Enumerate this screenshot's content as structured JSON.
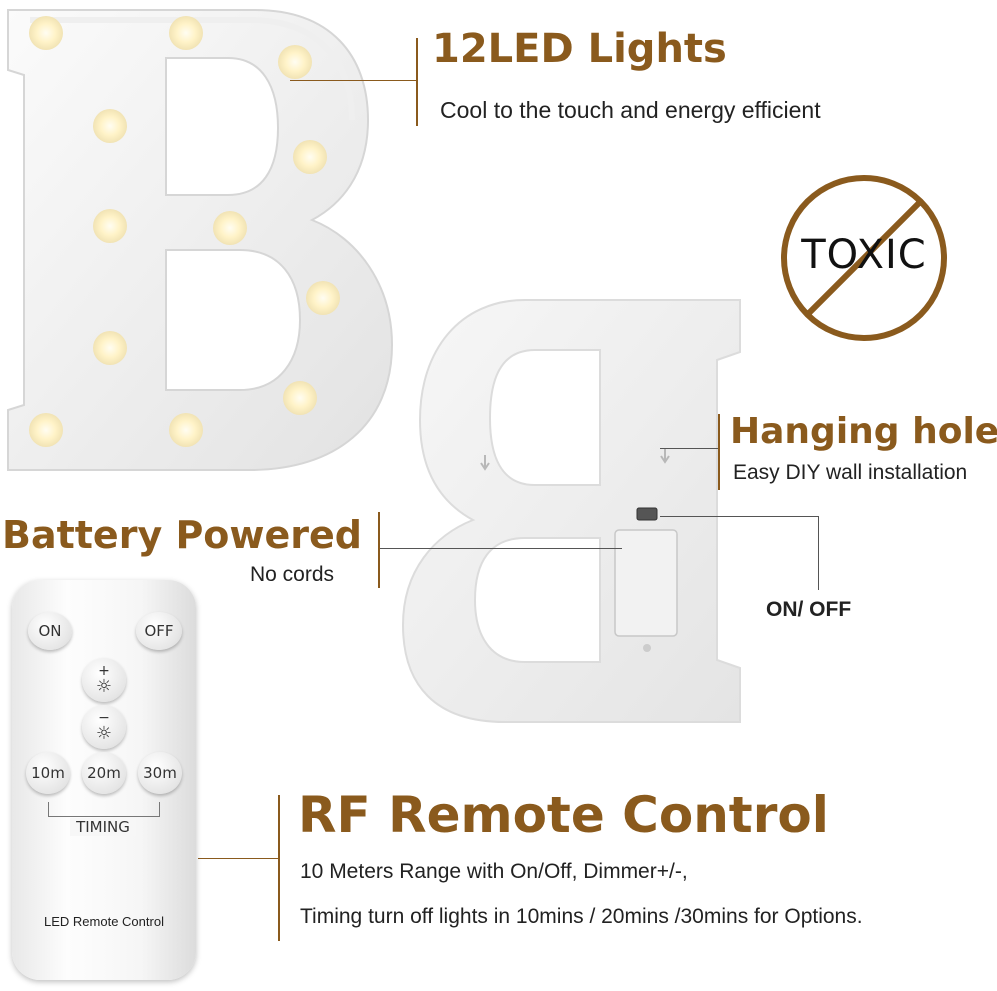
{
  "features": {
    "leds": {
      "title": "12LED Lights",
      "subtitle": "Cool to the touch and energy efficient"
    },
    "non_toxic": {
      "badge": "TOXIC"
    },
    "hanging": {
      "title": "Hanging hole",
      "subtitle": "Easy DIY wall installation"
    },
    "battery": {
      "title": "Battery Powered",
      "subtitle": "No cords"
    },
    "switch": {
      "label": "ON/ OFF"
    },
    "remote": {
      "title": "RF Remote Control",
      "line1": "10 Meters Range with On/Off, Dimmer+/-,",
      "line2": "Timing turn off lights in 10mins / 20mins /30mins for Options."
    }
  },
  "remote_device": {
    "on": "ON",
    "off": "OFF",
    "plus": "+",
    "minus": "−",
    "t10": "10m",
    "t20": "20m",
    "t30": "30m",
    "timing": "TIMING",
    "name": "LED Remote Control"
  },
  "colors": {
    "accent": "#8a5a1d",
    "text": "#222222",
    "led": "#fff6d8"
  }
}
